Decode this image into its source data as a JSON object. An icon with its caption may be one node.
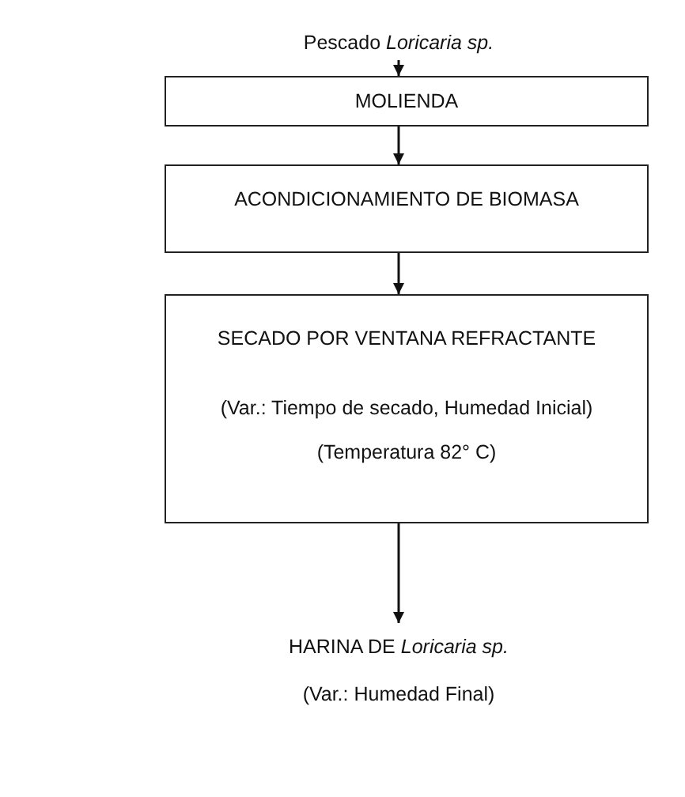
{
  "diagram": {
    "nodes": [
      {
        "text": [
          "Pescado *Loricaria sp.*"
        ]
      },
      {
        "text": [
          "MOLIENDA"
        ]
      },
      {
        "text": [
          "ACONDICIONAMIENTO DE BIOMASA"
        ]
      },
      {
        "text": [
          "SECADO POR VENTANA REFRACTANTE",
          "(Var.: Tiempo de secado, Humedad Inicial)",
          "(Temperatura 82° C)"
        ]
      },
      {
        "text": [
          "HARINA DE *Loricaria sp.*",
          "(Var.: Humedad Final)"
        ]
      }
    ],
    "edges": [
      {
        "from": 0,
        "to": 1,
        "arrow": "to"
      },
      {
        "from": 1,
        "to": 2,
        "arrow": "to"
      },
      {
        "from": 2,
        "to": 3,
        "arrow": "to"
      },
      {
        "from": 3,
        "to": 4,
        "arrow": "to"
      }
    ]
  }
}
